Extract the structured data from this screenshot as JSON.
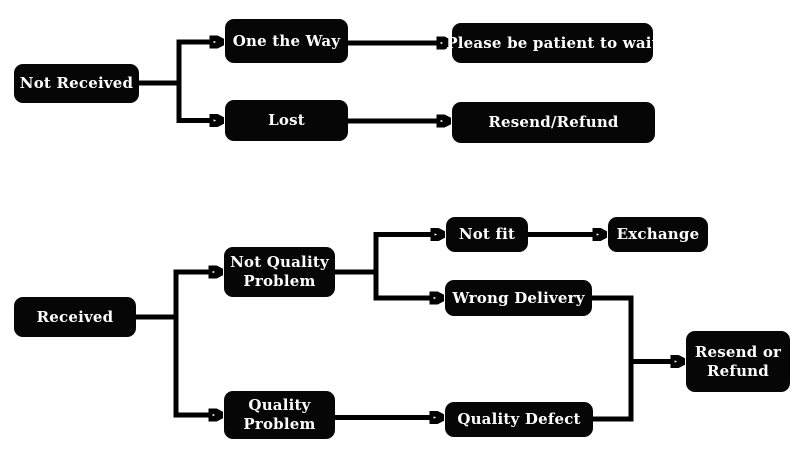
{
  "diagram": {
    "type": "flowchart",
    "colors": {
      "background": "#ffffff",
      "node_fill": "#060606",
      "node_text": "#ffffff",
      "line": "#000000"
    },
    "nodes": {
      "not_received": "Not Received",
      "one_the_way": "One the Way",
      "please_wait": "Please be patient to wait",
      "lost": "Lost",
      "resend_refund": "Resend/Refund",
      "received": "Received",
      "not_quality_problem": "Not Quality Problem",
      "quality_problem": "Quality Problem",
      "not_fit": "Not fit",
      "exchange": "Exchange",
      "wrong_delivery": "Wrong Delivery",
      "quality_defect": "Quality Defect",
      "resend_or_refund": "Resend or Refund"
    },
    "edges": [
      {
        "from": "not_received",
        "to": "one_the_way"
      },
      {
        "from": "not_received",
        "to": "lost"
      },
      {
        "from": "one_the_way",
        "to": "please_wait"
      },
      {
        "from": "lost",
        "to": "resend_refund"
      },
      {
        "from": "received",
        "to": "not_quality_problem"
      },
      {
        "from": "received",
        "to": "quality_problem"
      },
      {
        "from": "not_quality_problem",
        "to": "not_fit"
      },
      {
        "from": "not_quality_problem",
        "to": "wrong_delivery"
      },
      {
        "from": "not_fit",
        "to": "exchange"
      },
      {
        "from": "wrong_delivery",
        "to": "resend_or_refund"
      },
      {
        "from": "quality_problem",
        "to": "quality_defect"
      },
      {
        "from": "quality_defect",
        "to": "resend_or_refund"
      }
    ]
  }
}
